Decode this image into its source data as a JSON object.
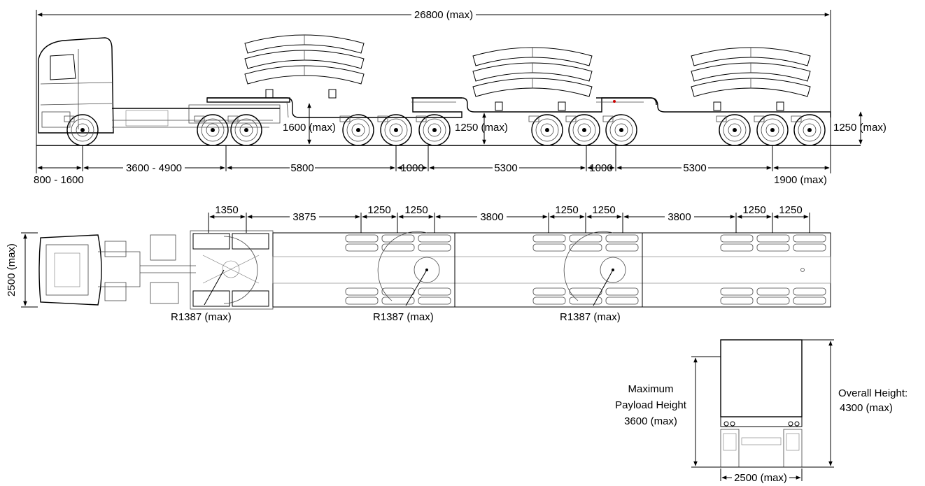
{
  "side_view": {
    "overall_length": "26800 (max)",
    "front_overhang": "800 - 1600",
    "truck_wheelbase": "3600 - 4900",
    "to_trailer1": "5800",
    "spacing_a": "1000",
    "trailer_length_a": "5300",
    "spacing_b": "1000",
    "trailer_length_b": "5300",
    "rear_overhang": "1900 (max)",
    "deck_height_1": "1600 (max)",
    "deck_height_2": "1250 (max)",
    "deck_height_3": "1250 (max)"
  },
  "top_view": {
    "width": "2500 (max)",
    "axle_spacing_truck": "1350",
    "spacing_1": "3875",
    "axle_a1": "1250",
    "axle_a2": "1250",
    "spacing_2": "3800",
    "axle_b1": "1250",
    "axle_b2": "1250",
    "spacing_3": "3800",
    "axle_c1": "1250",
    "axle_c2": "1250",
    "radius_1": "R1387 (max)",
    "radius_2": "R1387 (max)",
    "radius_3": "R1387 (max)"
  },
  "rear_view": {
    "payload_height_line1": "Maximum",
    "payload_height_line2": "Payload Height",
    "payload_height_value": "3600 (max)",
    "overall_height_line1": "Overall Height:",
    "overall_height_value": "4300 (max)",
    "width": "2500 (max)"
  },
  "colors": {
    "line": "#000000",
    "background": "#ffffff",
    "accent_point": "#cc0000"
  }
}
